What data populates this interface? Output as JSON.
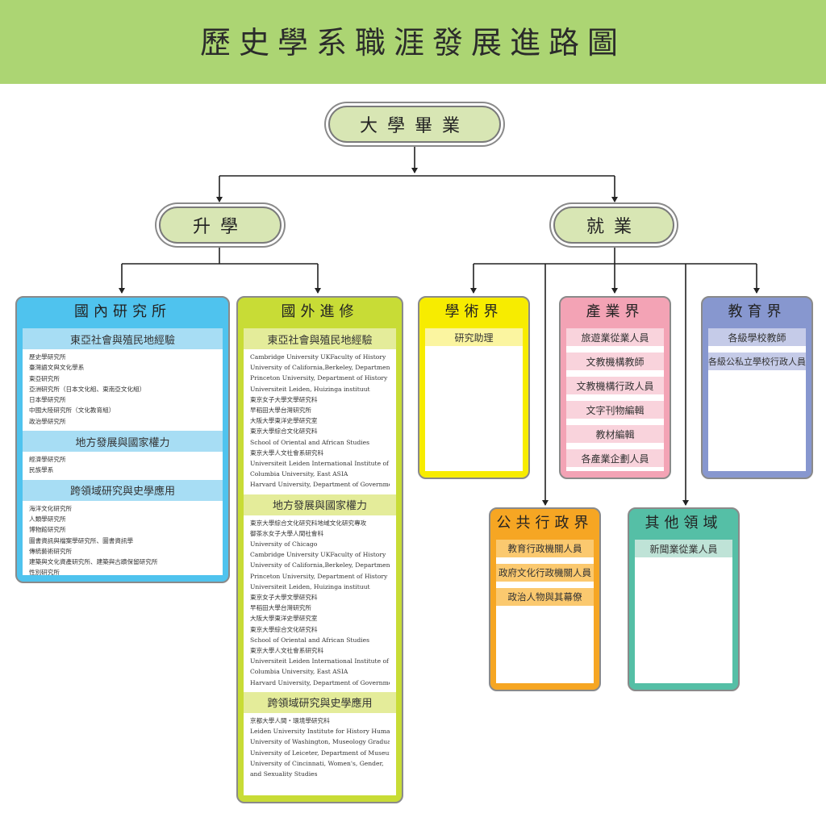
{
  "title": "歷史學系職涯發展進路圖",
  "colors": {
    "header": "#acd573",
    "pill": "#d8e6b4",
    "domestic": "#4fc3ee",
    "abroad": "#c8dc36",
    "academic": "#f7ec00",
    "industry": "#f3a3b5",
    "education": "#8797cf",
    "public": "#f6a623",
    "other": "#55bfa6"
  },
  "root": "大學畢業",
  "branches": {
    "study": "升學",
    "employment": "就業"
  },
  "domestic": {
    "title": "國內研究所",
    "sections": [
      {
        "title": "東亞社會與殖民地經驗",
        "items": [
          "歷史學研究所",
          "臺灣語文與文化學系",
          "東亞研究所",
          "亞洲研究所（日本文化組、東南亞文化組）",
          "日本學研究所",
          "中國大陸研究所（文化教育組）",
          "政治學研究所"
        ]
      },
      {
        "title": "地方發展與國家權力",
        "items": [
          "經濟學研究所",
          "民族學系"
        ]
      },
      {
        "title": "跨領域研究與史學應用",
        "items": [
          "海洋文化研究所",
          "人類學研究所",
          "博物館研究所",
          "圖書資訊與檔案學研究所、圖書資訊學",
          "傳統藝術研究所",
          "建築與文化資產研究所、建築與古蹟保留研究所",
          "性別研究所"
        ]
      }
    ]
  },
  "abroad": {
    "title": "國外進修",
    "sections": [
      {
        "title": "東亞社會與殖民地經驗",
        "items": [
          "Cambridge University UKFaculty of History",
          "University of California,Berkeley, Department of History",
          "Princeton University, Department of History",
          "Universiteit Leiden, Huizinga instituut",
          "東京女子大學文學研究科",
          "早稻田大學台灣研究所",
          "大阪大學東洋史學研究室",
          "東京大學綜合文化研究科",
          "School of Oriental and African Studies",
          "東京大學人文社會系研究科",
          "Universiteit Leiden International Institute of ASIA",
          "Columbia University, East ASIA",
          "Harvard University, Department of Government"
        ]
      },
      {
        "title": "地方發展與國家權力",
        "items": [
          "東京大學綜合文化研究科地域文化研究專攻",
          "御茶水女子大學人間社會科",
          "University of Chicago",
          "Cambridge University UKFaculty of History",
          "University of California,Berkeley, Department of History",
          "Princeton University, Department of History",
          "Universiteit Leiden, Huizinga instituut",
          "東京女子大學文學研究科",
          "早稻田大學台灣研究所",
          "大阪大學東洋史學研究室",
          "東京大學綜合文化研究科",
          "School of Oriental and African Studies",
          "東京大學人文社會系研究科",
          "Universiteit Leiden International Institute of ASIA",
          "Columbia University, East ASIA",
          "Harvard University, Department of Governmen"
        ]
      },
      {
        "title": "跨領域研究與史學應用",
        "items": [
          "京都大學人間・環境學研究科",
          "Leiden University Institute for History Humanities",
          "University of Washington, Museology Graduate Program",
          "University of Leiceter, Department of Museum Studies",
          "University of Cincinnati, Women's, Gender,",
          "and Sexuality Studies"
        ]
      }
    ]
  },
  "academic": {
    "title": "學術界",
    "roles": [
      "研究助理"
    ]
  },
  "industry": {
    "title": "產業界",
    "roles": [
      "旅遊業從業人員",
      "文教機構教師",
      "文教機構行政人員",
      "文字刊物編輯",
      "教材編輯",
      "各產業企劃人員"
    ]
  },
  "education": {
    "title": "教育界",
    "roles": [
      "各級學校教師",
      "各級公私立學校行政人員"
    ]
  },
  "public": {
    "title": "公共行政界",
    "roles": [
      "教育行政機關人員",
      "政府文化行政機關人員",
      "政治人物與其幕僚"
    ]
  },
  "other": {
    "title": "其他領域",
    "roles": [
      "新聞業從業人員"
    ]
  }
}
